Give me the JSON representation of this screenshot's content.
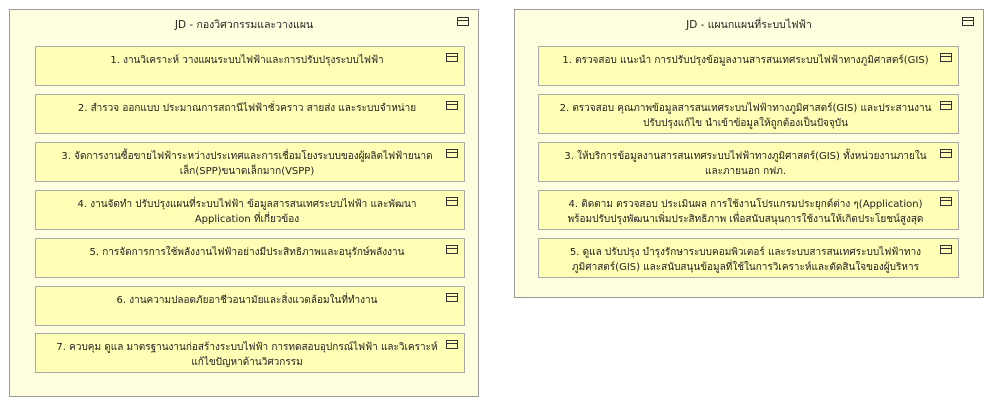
{
  "groups": [
    {
      "title": "JD - กองวิศวกรรมและวางแผน",
      "boxes": [
        "1. งานวิเคราะห์ วางแผนระบบไฟฟ้าและการปรับปรุงระบบไฟฟ้า",
        "2. สำรวจ ออกแบบ ประมาณการสถานีไฟฟ้าชั่วคราว สายส่ง และระบบจำหน่าย",
        "3. จัดการงานซื้อขายไฟฟ้าระหว่างประเทศและการเชื่อมโยงระบบของผู้ผลิตไฟฟ้ายนาดเล็ก(SPP)ขนาดเล็กมาก(VSPP)",
        "4. งานจัดทำ ปรับปรุงแผนที่ระบบไฟฟ้า ข้อมูลสารสนเทศระบบไฟฟ้า และพัฒนา Application ที่เกี่ยวข้อง",
        "5. การจัดการการใช้พลังงานไฟฟ้าอย่างมีประสิทธิภาพและอนุรักษ์พลังงาน",
        "6. งานความปลอดภัยอาชีวอนามัยและสิ่งแวดล้อมในที่ทำงาน",
        "7. ควบคุม ดูแล มาตรฐานงานก่อสร้างระบบไฟฟ้า การทดสอบอุปกรณ์ไฟฟ้า และวิเคราะห์แก้ไขปัญหาด้านวิศวกรรม"
      ]
    },
    {
      "title": "JD - แผนกแผนที่ระบบไฟฟ้า",
      "boxes": [
        "1. ตรวจสอบ แนะนำ การปรับปรุงข้อมูลงานสารสนเทศระบบไฟฟ้าทางภูมิศาสตร์(GIS)",
        "2. ตรวจสอบ คุณภาพข้อมูลสารสนเทศระบบไฟฟ้าทางภูมิศาสตร์(GIS) และประสานงานปรับปรุงแก้ไข นำเข้าข้อมูลให้ถูกต้องเป็นปัจจุบัน",
        "3. ให้บริการข้อมูลงานสารสนเทศระบบไฟฟ้าทางภูมิศาสตร์(GIS) ทั้งหน่วยงานภายในและภายนอก กฟภ.",
        "4. ติดตาม ตรวจสอบ ประเมินผล การใช้งานโปรแกรมประยุกต์ต่าง ๆ(Application) พร้อมปรับปรุงพัฒนาเพิ่มประสิทธิภาพ เพื่อสนับสนุนการใช้งานให้เกิดประโยชน์สูงสุด",
        "5. ดูแล ปรับปรุง บำรุงรักษาระบบคอมพิวเตอร์ และระบบสารสนเทศระบบไฟฟ้าทางภูมิศาสตร์(GIS) และสนับสนุนข้อมูลที่ใช้ในการวิเคราะห์และตัดสินใจของผู้บริหาร"
      ]
    }
  ],
  "icon": "archimate-object-icon"
}
